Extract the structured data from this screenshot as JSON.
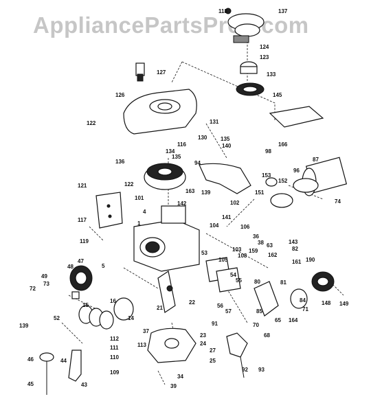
{
  "watermark": {
    "text": "AppliancePartsPros.com"
  },
  "callouts": [
    {
      "id": "c118",
      "label": "118"
    },
    {
      "id": "c137",
      "label": "137"
    },
    {
      "id": "c124",
      "label": "124"
    },
    {
      "id": "c123",
      "label": "123"
    },
    {
      "id": "c133",
      "label": "133"
    },
    {
      "id": "c145",
      "label": "145"
    },
    {
      "id": "c127",
      "label": "127"
    },
    {
      "id": "c126",
      "label": "126"
    },
    {
      "id": "c122a",
      "label": "122"
    },
    {
      "id": "c131",
      "label": "131"
    },
    {
      "id": "c130",
      "label": "130"
    },
    {
      "id": "c116",
      "label": "116"
    },
    {
      "id": "c135a",
      "label": "135"
    },
    {
      "id": "c140",
      "label": "140"
    },
    {
      "id": "c134",
      "label": "134"
    },
    {
      "id": "c135b",
      "label": "135"
    },
    {
      "id": "c136",
      "label": "136"
    },
    {
      "id": "c166",
      "label": "166"
    },
    {
      "id": "c98",
      "label": "98"
    },
    {
      "id": "c94",
      "label": "94"
    },
    {
      "id": "c87",
      "label": "87"
    },
    {
      "id": "c96",
      "label": "96"
    },
    {
      "id": "c153",
      "label": "153"
    },
    {
      "id": "c152",
      "label": "152"
    },
    {
      "id": "c151",
      "label": "151"
    },
    {
      "id": "c74",
      "label": "74"
    },
    {
      "id": "c121",
      "label": "121"
    },
    {
      "id": "c122b",
      "label": "122"
    },
    {
      "id": "c163",
      "label": "163"
    },
    {
      "id": "c101",
      "label": "101"
    },
    {
      "id": "c139",
      "label": "139"
    },
    {
      "id": "c102",
      "label": "102"
    },
    {
      "id": "c142",
      "label": "142"
    },
    {
      "id": "c141",
      "label": "141"
    },
    {
      "id": "c117",
      "label": "117"
    },
    {
      "id": "c4",
      "label": "4"
    },
    {
      "id": "c1",
      "label": "1"
    },
    {
      "id": "c104",
      "label": "104"
    },
    {
      "id": "c106",
      "label": "106"
    },
    {
      "id": "c119",
      "label": "119"
    },
    {
      "id": "c36a",
      "label": "36"
    },
    {
      "id": "c38a",
      "label": "38"
    },
    {
      "id": "c143",
      "label": "143"
    },
    {
      "id": "c63",
      "label": "63"
    },
    {
      "id": "c82",
      "label": "82"
    },
    {
      "id": "c103",
      "label": "103"
    },
    {
      "id": "c108",
      "label": "108"
    },
    {
      "id": "c159",
      "label": "159"
    },
    {
      "id": "c162",
      "label": "162"
    },
    {
      "id": "c161",
      "label": "161"
    },
    {
      "id": "c190",
      "label": "190"
    },
    {
      "id": "c47",
      "label": "47"
    },
    {
      "id": "c48",
      "label": "48"
    },
    {
      "id": "c49",
      "label": "49"
    },
    {
      "id": "c5",
      "label": "5"
    },
    {
      "id": "c53",
      "label": "53"
    },
    {
      "id": "c105",
      "label": "105"
    },
    {
      "id": "c54",
      "label": "54"
    },
    {
      "id": "c55",
      "label": "55"
    },
    {
      "id": "c81",
      "label": "81"
    },
    {
      "id": "c80",
      "label": "80"
    },
    {
      "id": "c84",
      "label": "84"
    },
    {
      "id": "c148",
      "label": "148"
    },
    {
      "id": "c149",
      "label": "149"
    },
    {
      "id": "c72",
      "label": "72"
    },
    {
      "id": "c73",
      "label": "73"
    },
    {
      "id": "c71",
      "label": "71"
    },
    {
      "id": "c52",
      "label": "52"
    },
    {
      "id": "c139b",
      "label": "139"
    },
    {
      "id": "c15",
      "label": "15"
    },
    {
      "id": "c16",
      "label": "16"
    },
    {
      "id": "c14",
      "label": "14"
    },
    {
      "id": "c21",
      "label": "21"
    },
    {
      "id": "c22",
      "label": "22"
    },
    {
      "id": "c56",
      "label": "56"
    },
    {
      "id": "c57",
      "label": "57"
    },
    {
      "id": "c85",
      "label": "85"
    },
    {
      "id": "c164",
      "label": "164"
    },
    {
      "id": "c65",
      "label": "65"
    },
    {
      "id": "c70",
      "label": "70"
    },
    {
      "id": "c68",
      "label": "68"
    },
    {
      "id": "c92",
      "label": "92"
    },
    {
      "id": "c93",
      "label": "93"
    },
    {
      "id": "c91",
      "label": "91"
    },
    {
      "id": "c112",
      "label": "112"
    },
    {
      "id": "c111",
      "label": "111"
    },
    {
      "id": "c110",
      "label": "110"
    },
    {
      "id": "c109",
      "label": "109"
    },
    {
      "id": "c113",
      "label": "113"
    },
    {
      "id": "c37",
      "label": "37"
    },
    {
      "id": "c23",
      "label": "23"
    },
    {
      "id": "c24",
      "label": "24"
    },
    {
      "id": "c27",
      "label": "27"
    },
    {
      "id": "c25",
      "label": "25"
    },
    {
      "id": "c34",
      "label": "34"
    },
    {
      "id": "c39",
      "label": "39"
    },
    {
      "id": "c46",
      "label": "46"
    },
    {
      "id": "c44",
      "label": "44"
    },
    {
      "id": "c45",
      "label": "45"
    },
    {
      "id": "c43",
      "label": "43"
    }
  ]
}
